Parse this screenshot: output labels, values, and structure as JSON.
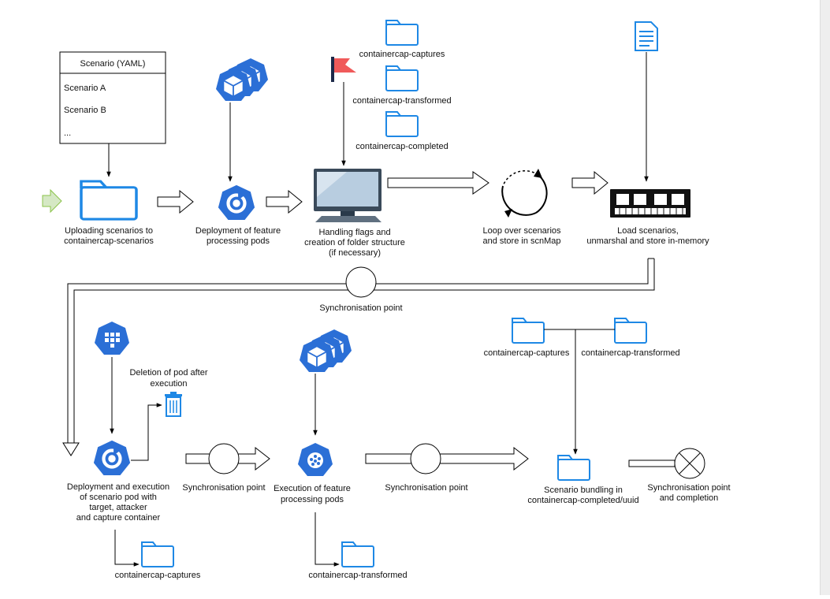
{
  "colors": {
    "accent": "#1e88e5",
    "kube": "#2b6fd6",
    "flag": "#f05a5a",
    "entry_arrow": "#8bc34a"
  },
  "scenario_table": {
    "header": "Scenario (YAML)",
    "rows": [
      "Scenario A",
      "Scenario B",
      "..."
    ]
  },
  "steps": {
    "upload": [
      "Uploading scenarios to",
      "containercap-scenarios"
    ],
    "deploy_feature": [
      "Deployment of feature",
      "processing pods"
    ],
    "handle_flags": [
      "Handling flags and",
      "creation of folder structure",
      "(if necessary)"
    ],
    "loop": [
      "Loop over scenarios",
      "and store in scnMap"
    ],
    "load": [
      "Load scenarios,",
      "unmarshal and store in-memory"
    ],
    "sync_main": "Synchronisation point",
    "deletion": [
      "Deletion of pod after",
      "execution"
    ],
    "deploy_exec": [
      "Deployment and execution",
      "of scenario pod with",
      "target, attacker",
      "and capture container"
    ],
    "sync_1": "Synchronisation point",
    "exec_feature": [
      "Execution of feature",
      "processing pods"
    ],
    "sync_2": "Synchronisation point",
    "bundling": [
      "Scenario bundling in",
      "containercap-completed/uuid"
    ],
    "sync_final": [
      "Synchronisation point",
      "and completion"
    ]
  },
  "folders": {
    "captures_top": "containercap-captures",
    "transformed_top": "containercap-transformed",
    "completed_top": "containercap-completed",
    "captures_right": "containercap-captures",
    "transformed_right": "containercap-transformed",
    "captures_bottom": "containercap-captures",
    "transformed_bottom": "containercap-transformed"
  },
  "icons": {
    "pods_stack_top": "kubernetes-pods-stack-icon",
    "deploy_pod_top": "kubernetes-deploy-icon",
    "flag": "flag-icon",
    "computer": "computer-icon",
    "loop": "loop-icon",
    "memory": "memory-icon",
    "document": "document-icon",
    "node": "kubernetes-node-icon",
    "trash": "trash-icon",
    "deploy_pod_bottom": "kubernetes-deploy-icon",
    "pods_stack_bottom": "kubernetes-pods-stack-icon",
    "processing_pod": "kubernetes-processing-icon",
    "completion": "completion-icon"
  }
}
